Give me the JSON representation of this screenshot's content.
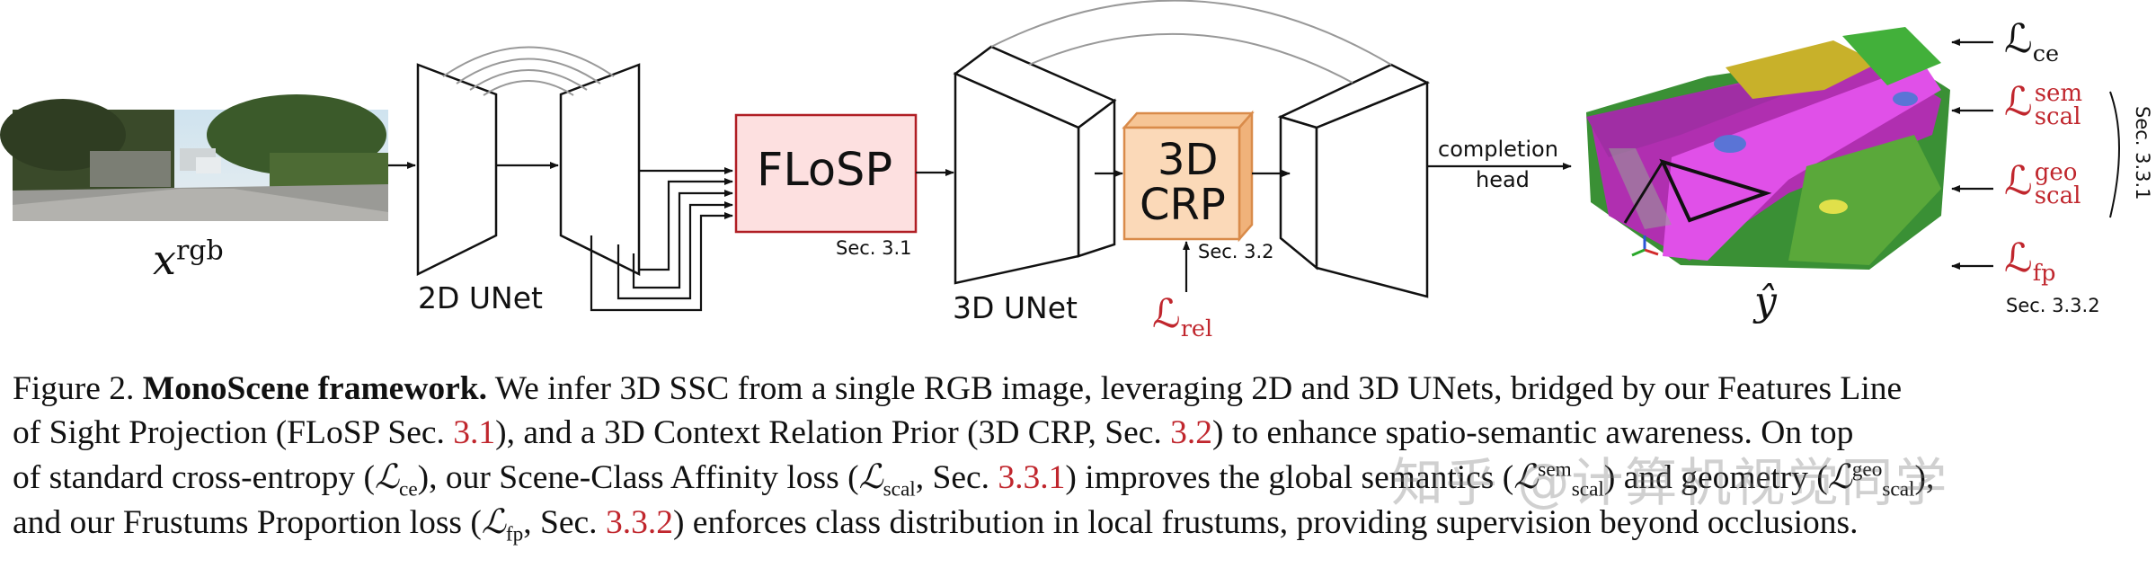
{
  "figure": {
    "input_label": "x",
    "input_sup": "rgb",
    "unet2d_label": "2D UNet",
    "flosp_label": "FLoSP",
    "flosp_sec": "Sec. 3.1",
    "unet3d_label": "3D UNet",
    "crp_line1": "3D",
    "crp_line2": "CRP",
    "crp_sec": "Sec. 3.2",
    "rel_loss_main": "ℒ",
    "rel_loss_sub": "rel",
    "completion_line1": "completion",
    "completion_line2": "head",
    "output_label": "ŷ",
    "losses": [
      {
        "main": "ℒ",
        "sub": "ce",
        "sup": "",
        "color": "#111111"
      },
      {
        "main": "ℒ",
        "sub": "scal",
        "sup": "sem",
        "color": "#c0262d"
      },
      {
        "main": "ℒ",
        "sub": "scal",
        "sup": "geo",
        "color": "#c0262d"
      },
      {
        "main": "ℒ",
        "sub": "fp",
        "sup": "",
        "color": "#c0262d"
      }
    ],
    "sec_331": "Sec. 3.3.1",
    "sec_332": "Sec. 3.3.2",
    "colors": {
      "flosp_fill": "#fde0e0",
      "flosp_stroke": "#b01e24",
      "crp_fill": "#fbd9b8",
      "crp_stroke": "#d98b4a",
      "loss_red": "#c0262d"
    }
  },
  "caption": {
    "fig_no": "Figure 2.",
    "title": "MonoScene framework.",
    "l1_rest": "We infer 3D SSC from a single RGB image, leveraging 2D and 3D UNets, bridged by our Features Line",
    "l2_a": "of Sight Projection (FLoSP Sec.",
    "l2_ref1": "3.1",
    "l2_b": "), and a 3D Context Relation Prior (3D CRP, Sec.",
    "l2_ref2": "3.2",
    "l2_c": ") to enhance spatio-semantic awareness. On top",
    "l3_a": "of standard cross-entropy (",
    "l3_b": "), our Scene-Class Affinity loss (",
    "l3_c": ", Sec.",
    "l3_ref": "3.3.1",
    "l3_d": ") improves the global semantics (",
    "l3_e": ") and geometry (",
    "l3_f": "),",
    "l4_a": "and our Frustums Proportion loss (",
    "l4_b": ", Sec.",
    "l4_ref": "3.3.2",
    "l4_c": ") enforces class distribution in local frustums, providing supervision beyond occlusions.",
    "sym_L": "ℒ",
    "sub_ce": "ce",
    "sub_scal": "scal",
    "sub_fp": "fp",
    "sup_sem": "sem",
    "sup_geo": "geo"
  },
  "watermark": "知乎 @计算机视觉同学"
}
